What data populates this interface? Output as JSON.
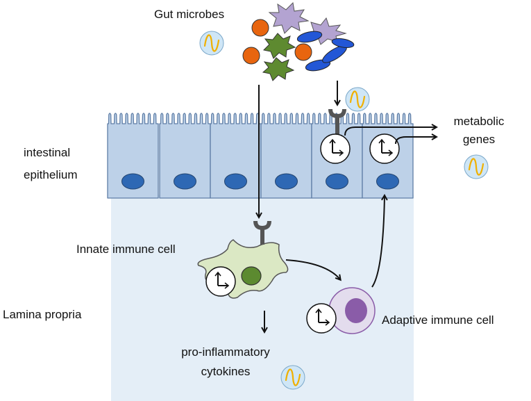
{
  "labels": {
    "gut_microbes": "Gut microbes",
    "intestinal_epithelium_line1": "intestinal",
    "intestinal_epithelium_line2": "epithelium",
    "metabolic_genes_line1": "metabolic",
    "metabolic_genes_line2": "genes",
    "innate_immune_cell": "Innate immune cell",
    "lamina_propria": "Lamina propria",
    "adaptive_immune_cell": "Adaptive immune cell",
    "cytokines_line1": "pro-inflammatory",
    "cytokines_line2": "cytokines"
  },
  "colors": {
    "epithelium_fill": "#bdd1e8",
    "epithelium_stroke": "#5f7ea6",
    "nucleus": "#2e68b4",
    "lamina_propria_fill": "#e4eef7",
    "innate_cell_fill": "#dbe8c4",
    "innate_nucleus": "#5c8a30",
    "adaptive_cell_fill": "#e3dced",
    "adaptive_nucleus": "#8a5ca8",
    "receptor": "#555555",
    "rhythm_badge_fill": "#cfe6f6",
    "rhythm_wave": "#f0b000",
    "microbe_orange": "#e8650f",
    "microbe_green": "#5e8a30",
    "microbe_blue": "#2357d6",
    "microbe_purple": "#b3a3d1"
  },
  "icons": [
    "rhythm-wave-icon",
    "clock-icon",
    "receptor-icon",
    "microbe-icon"
  ]
}
